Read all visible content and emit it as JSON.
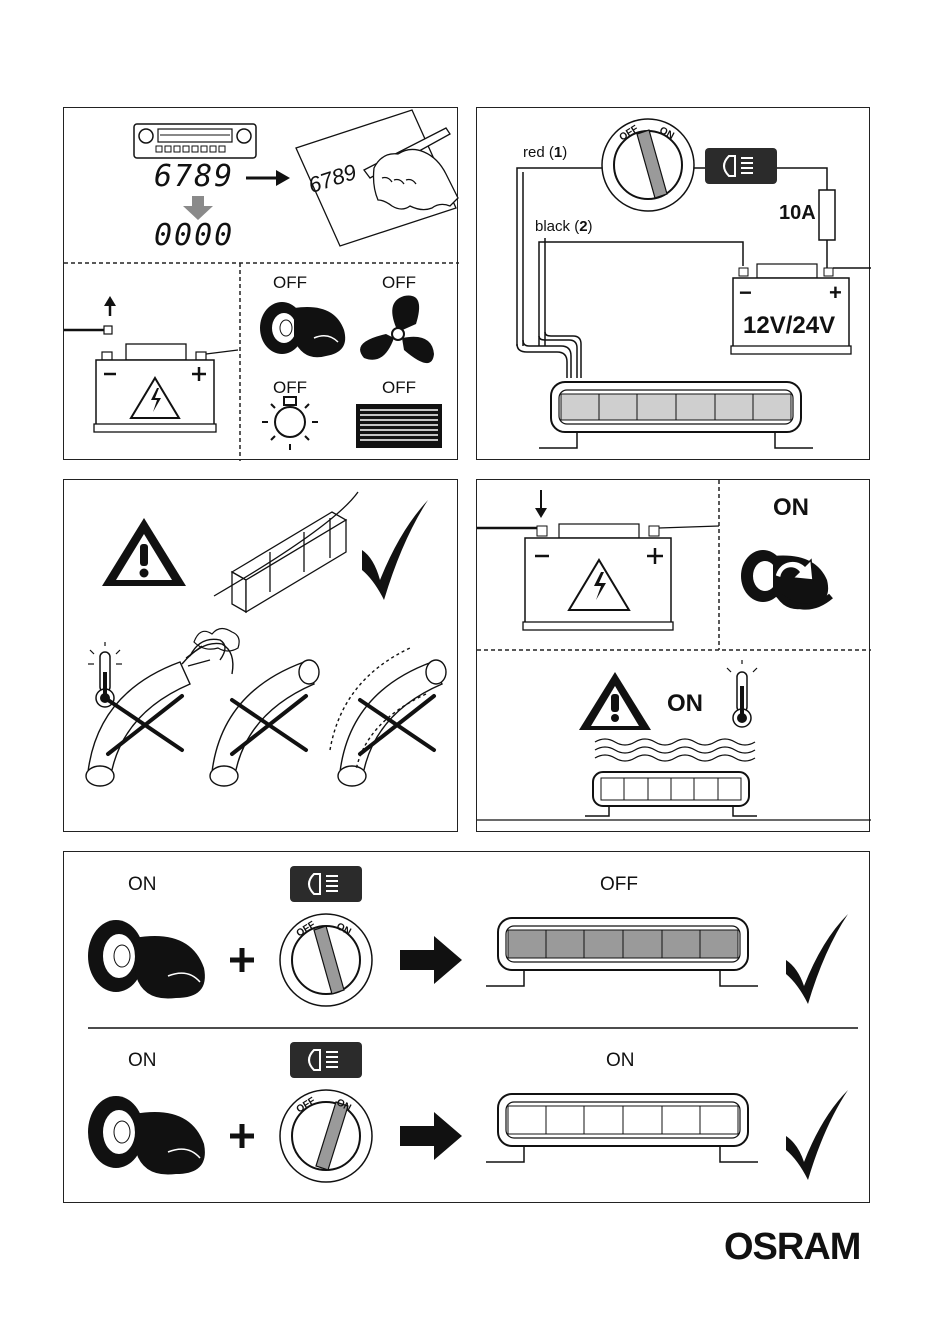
{
  "panel_a": {
    "code_value": "6789",
    "code_handwritten": "6789",
    "reset_value": "0000",
    "off_labels": [
      "OFF",
      "OFF",
      "OFF",
      "OFF"
    ]
  },
  "panel_b": {
    "wire_red": "red",
    "wire_red_num": "1",
    "wire_black": "black",
    "wire_black_num": "2",
    "fuse_label": "10A",
    "battery_voltage": "12V/24V",
    "switch_off": "OFF",
    "switch_on": "ON",
    "minus": "−",
    "plus": "+"
  },
  "panel_d": {
    "ignition_on": "ON",
    "heat_on": "ON"
  },
  "panel_e": {
    "row1": {
      "ignition": "ON",
      "lightbar": "OFF"
    },
    "row2": {
      "ignition": "ON",
      "lightbar": "ON"
    },
    "switch_off": "OFF",
    "switch_on": "ON",
    "plus_sign": "+"
  },
  "brand": "OSRAM",
  "colors": {
    "ink": "#111111",
    "grey": "#9a9a9a",
    "dark": "#2b2b2b"
  }
}
